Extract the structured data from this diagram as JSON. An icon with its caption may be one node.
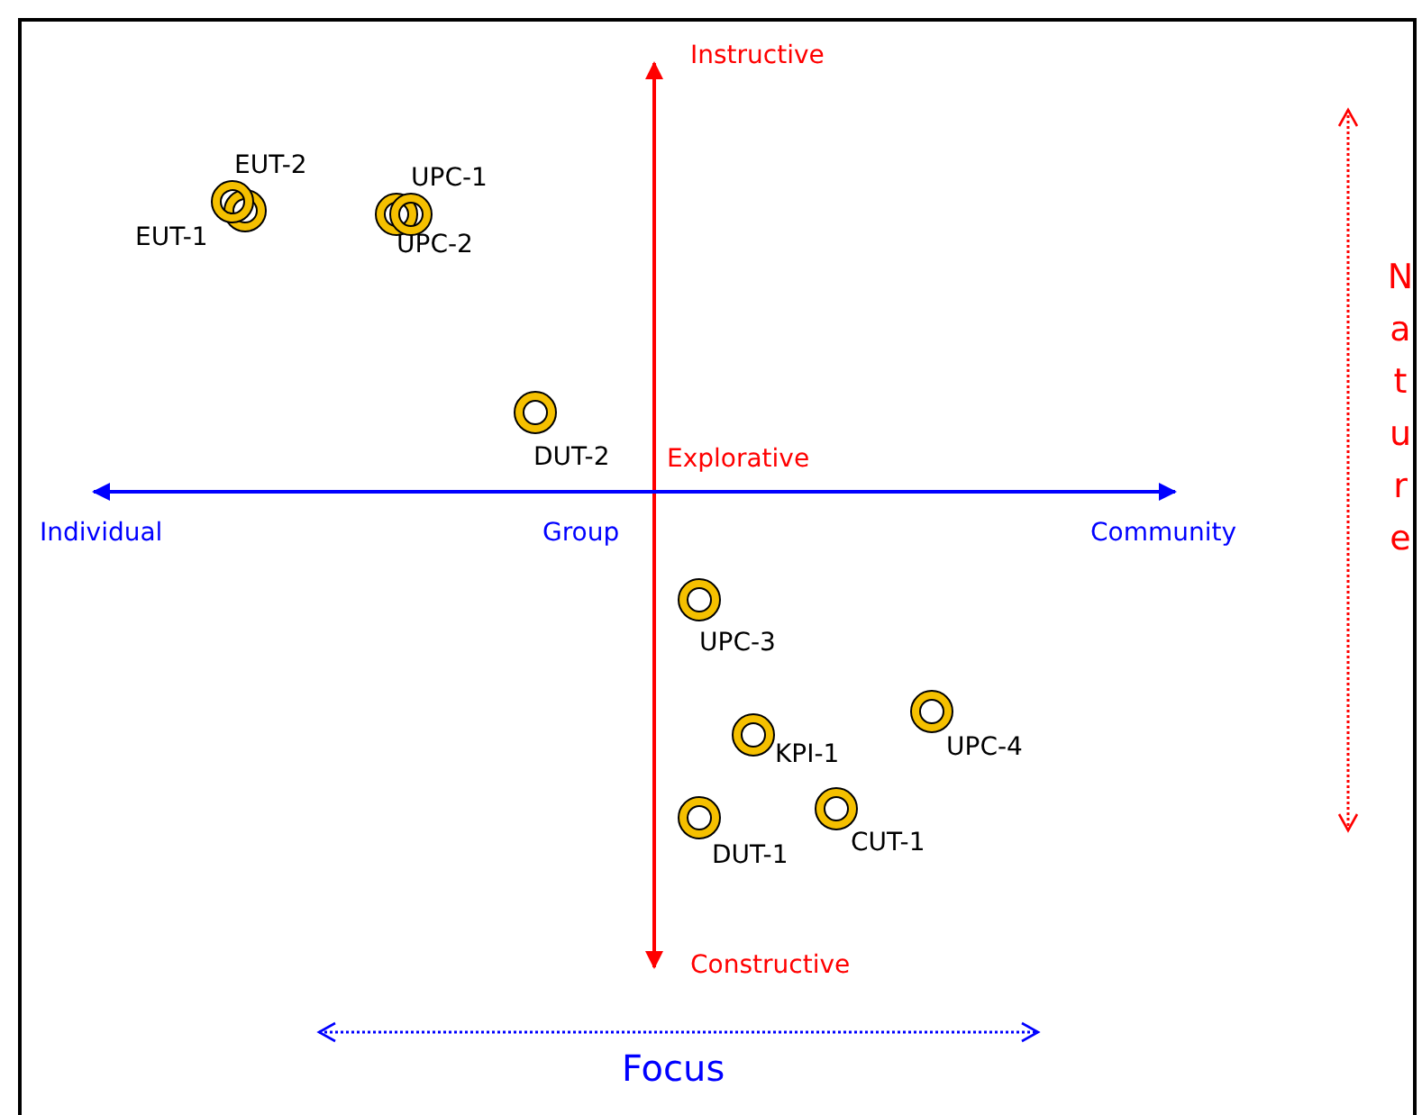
{
  "diagram": {
    "nodes": [
      {
        "text": [],
        "shape": "circle",
        "beside": [
          "EUT-1"
        ]
      },
      {
        "text": [],
        "shape": "circle",
        "beside": [
          "EUT-2"
        ]
      },
      {
        "text": [],
        "shape": "circle",
        "beside": [
          "UPC-2"
        ]
      },
      {
        "text": [],
        "shape": "circle",
        "beside": [
          "UPC-1"
        ]
      },
      {
        "text": [],
        "shape": "circle",
        "beside": [
          "DUT-2"
        ]
      },
      {
        "text": [],
        "shape": "circle",
        "beside": [
          "UPC-3"
        ]
      },
      {
        "text": [],
        "shape": "circle",
        "beside": [
          "KPI-1"
        ]
      },
      {
        "text": [],
        "shape": "circle",
        "beside": [
          "UPC-4"
        ]
      },
      {
        "text": [],
        "shape": "circle",
        "beside": [
          "DUT-1"
        ]
      },
      {
        "text": [],
        "shape": "circle",
        "beside": [
          "CUT-1"
        ]
      }
    ],
    "labels": [
      "Instructive",
      "Explorative",
      "Individual",
      "Group",
      "Community",
      "Nature",
      "Constructive",
      "Focus"
    ]
  }
}
